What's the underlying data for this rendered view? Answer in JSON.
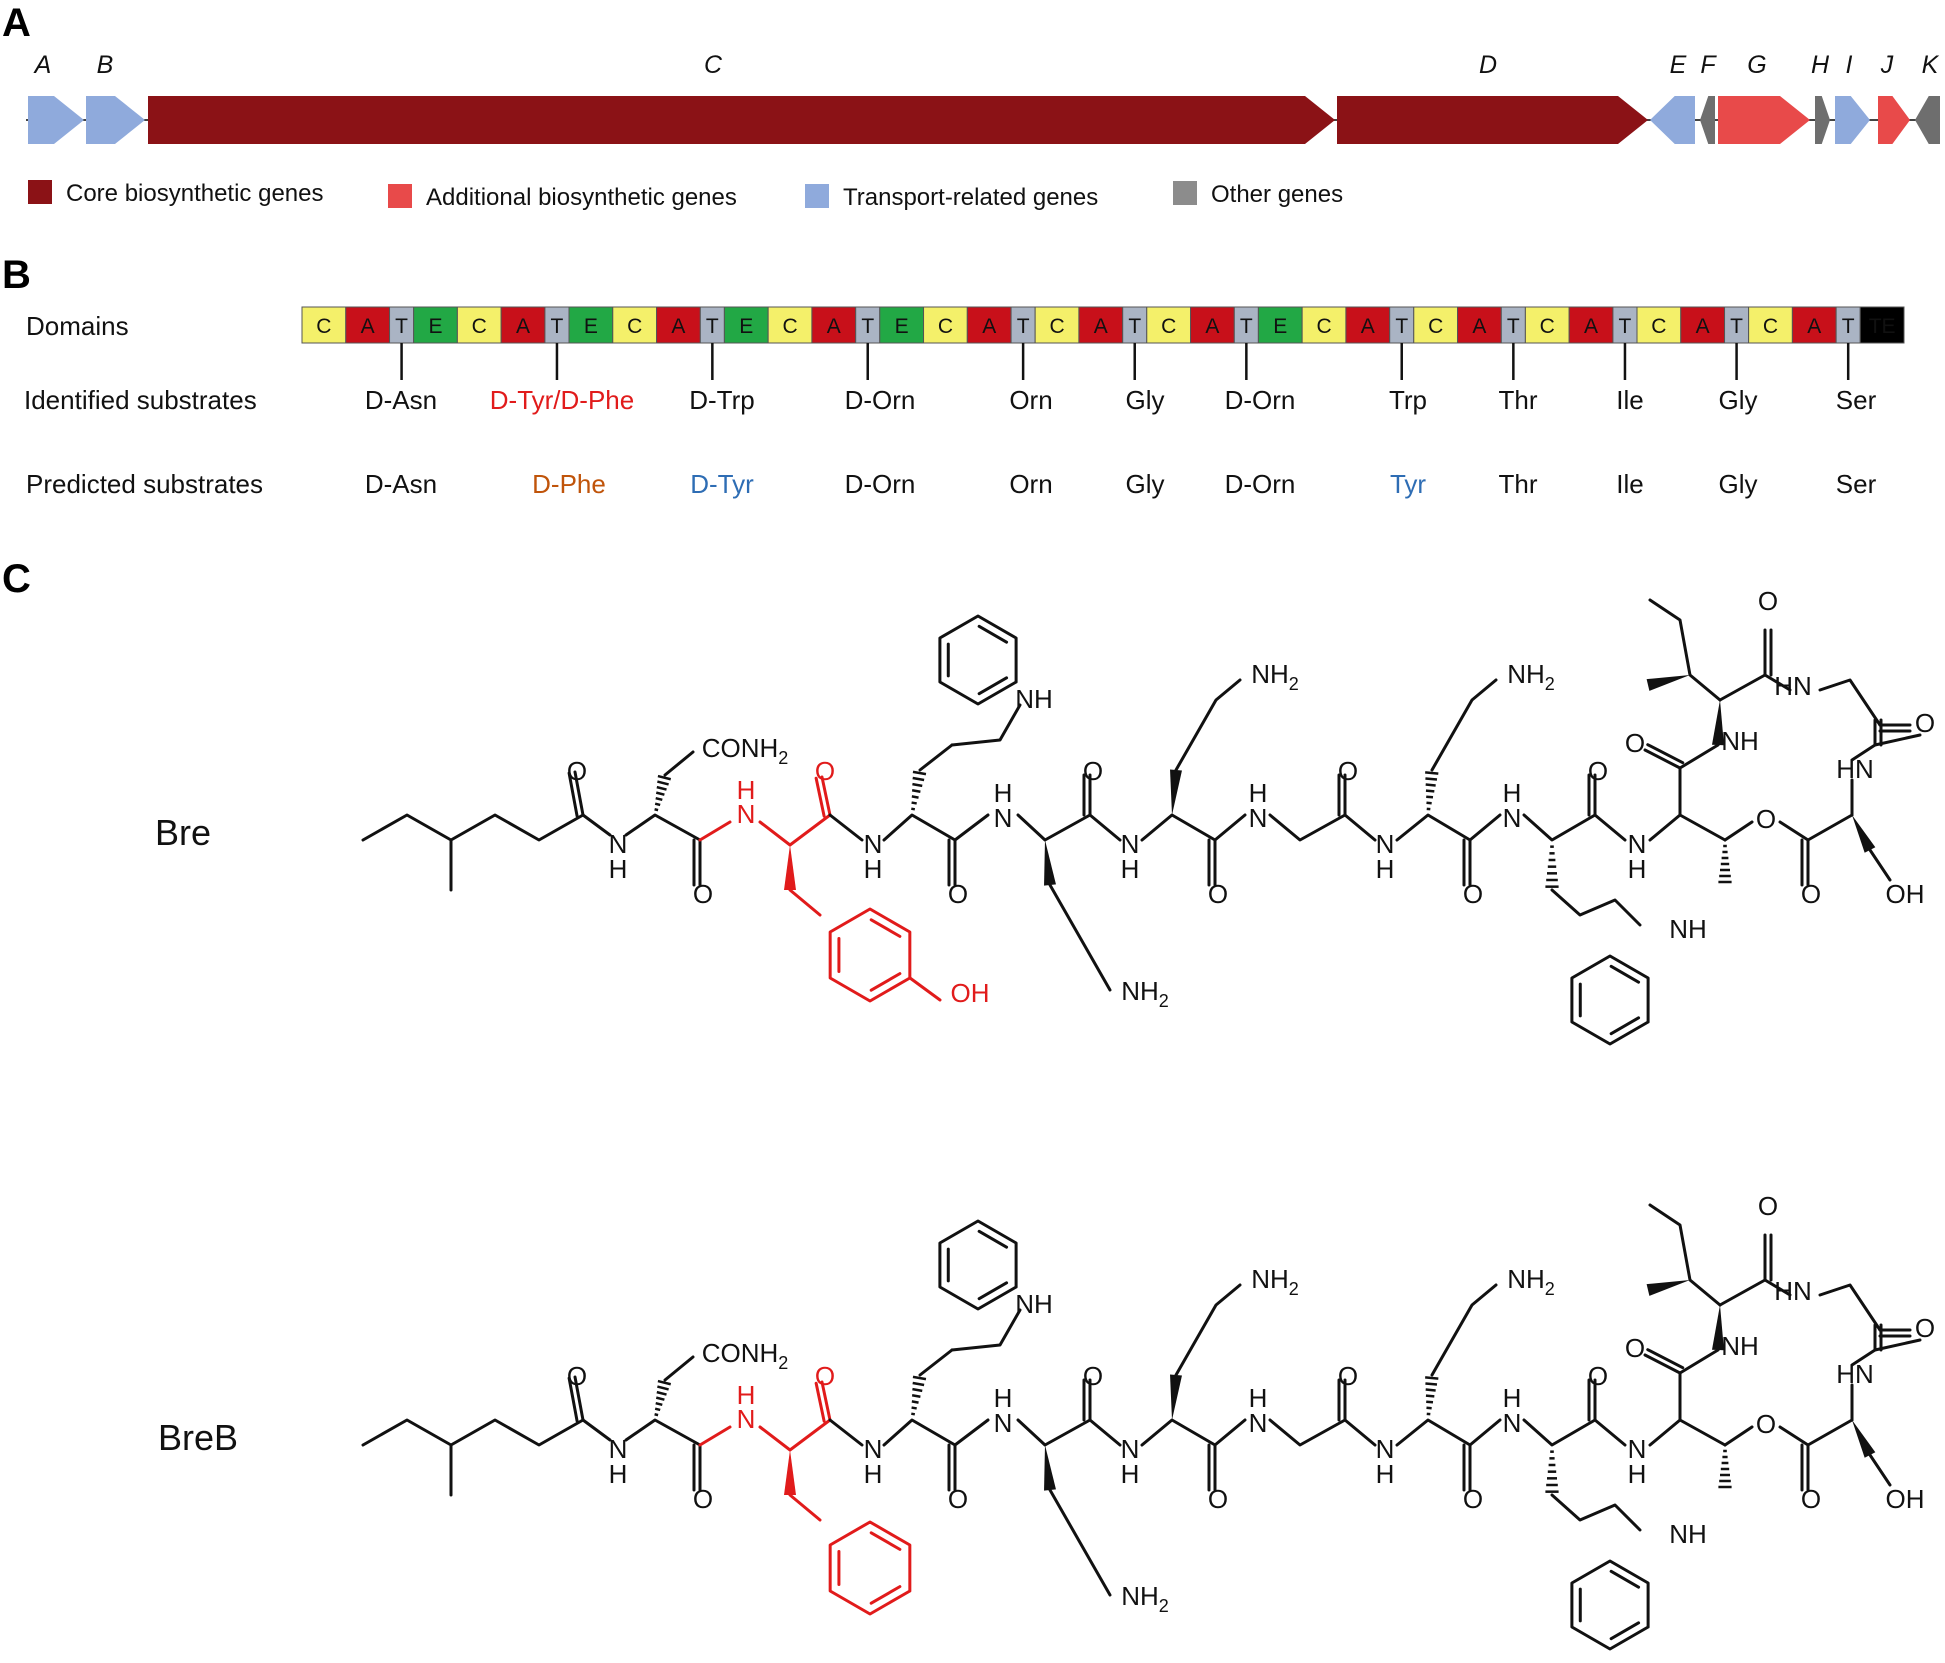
{
  "panels": {
    "a": "A",
    "b": "B",
    "c": "C"
  },
  "genes": [
    {
      "label": "A",
      "category": "transport"
    },
    {
      "label": "B",
      "category": "transport"
    },
    {
      "label": "C",
      "category": "core"
    },
    {
      "label": "D",
      "category": "core"
    },
    {
      "label": "E",
      "category": "transport"
    },
    {
      "label": "F",
      "category": "other"
    },
    {
      "label": "G",
      "category": "additional"
    },
    {
      "label": "H",
      "category": "other"
    },
    {
      "label": "I",
      "category": "transport"
    },
    {
      "label": "J",
      "category": "additional"
    },
    {
      "label": "K",
      "category": "other"
    }
  ],
  "legend": [
    {
      "label": "Core biosynthetic genes",
      "color": "#8b1216"
    },
    {
      "label": "Additional biosynthetic genes",
      "color": "#e84a4a"
    },
    {
      "label": "Transport-related genes",
      "color": "#8faadc"
    },
    {
      "label": "Other genes",
      "color": "#8c8c8c"
    }
  ],
  "colors": {
    "C": "#f4f06a",
    "A": "#c8101a",
    "T": "#aab4c4",
    "E": "#22a845",
    "TE": "#000000",
    "core": "#8b1216",
    "additional": "#e84a4a",
    "transport": "#8faadc",
    "other": "#6e6e6e",
    "highlight_red": "#e11b1b",
    "predicted_orange": "#c0540a",
    "predicted_blue": "#2e6db4"
  },
  "row_labels": {
    "domains": "Domains",
    "identified": "Identified substrates",
    "predicted": "Predicted substrates"
  },
  "domains": [
    "C",
    "A",
    "T",
    "E",
    "C",
    "A",
    "T",
    "E",
    "C",
    "A",
    "T",
    "E",
    "C",
    "A",
    "T",
    "E",
    "C",
    "A",
    "T",
    "C",
    "A",
    "T",
    "C",
    "A",
    "T",
    "E",
    "C",
    "A",
    "T",
    "C",
    "A",
    "T",
    "C",
    "A",
    "T",
    "C",
    "A",
    "T",
    "C",
    "A",
    "T",
    "TE"
  ],
  "modules": [
    {
      "identified": "D-Asn",
      "predicted": "D-Asn",
      "identified_color": "normal",
      "predicted_color": "normal"
    },
    {
      "identified": "D-Tyr/D-Phe",
      "predicted": "D-Phe",
      "identified_color": "red",
      "predicted_color": "orange"
    },
    {
      "identified": "D-Trp",
      "predicted": "D-Tyr",
      "identified_color": "normal",
      "predicted_color": "blue"
    },
    {
      "identified": "D-Orn",
      "predicted": "D-Orn",
      "identified_color": "normal",
      "predicted_color": "normal"
    },
    {
      "identified": "Orn",
      "predicted": "Orn",
      "identified_color": "normal",
      "predicted_color": "normal"
    },
    {
      "identified": "Gly",
      "predicted": "Gly",
      "identified_color": "normal",
      "predicted_color": "normal"
    },
    {
      "identified": "D-Orn",
      "predicted": "D-Orn",
      "identified_color": "normal",
      "predicted_color": "normal"
    },
    {
      "identified": "Trp",
      "predicted": "Tyr",
      "identified_color": "normal",
      "predicted_color": "blue"
    },
    {
      "identified": "Thr",
      "predicted": "Thr",
      "identified_color": "normal",
      "predicted_color": "normal"
    },
    {
      "identified": "Ile",
      "predicted": "Ile",
      "identified_color": "normal",
      "predicted_color": "normal"
    },
    {
      "identified": "Gly",
      "predicted": "Gly",
      "identified_color": "normal",
      "predicted_color": "normal"
    },
    {
      "identified": "Ser",
      "predicted": "Ser",
      "identified_color": "normal",
      "predicted_color": "normal"
    }
  ],
  "structures": [
    {
      "name": "Bre",
      "variable_residue": "Tyr"
    },
    {
      "name": "BreB",
      "variable_residue": "Phe"
    }
  ],
  "atoms": {
    "conh2": "CONH2",
    "nh": "NH",
    "nh2": "NH2",
    "hn": "HN",
    "oh": "OH",
    "o": "O",
    "n": "N",
    "h": "H"
  }
}
